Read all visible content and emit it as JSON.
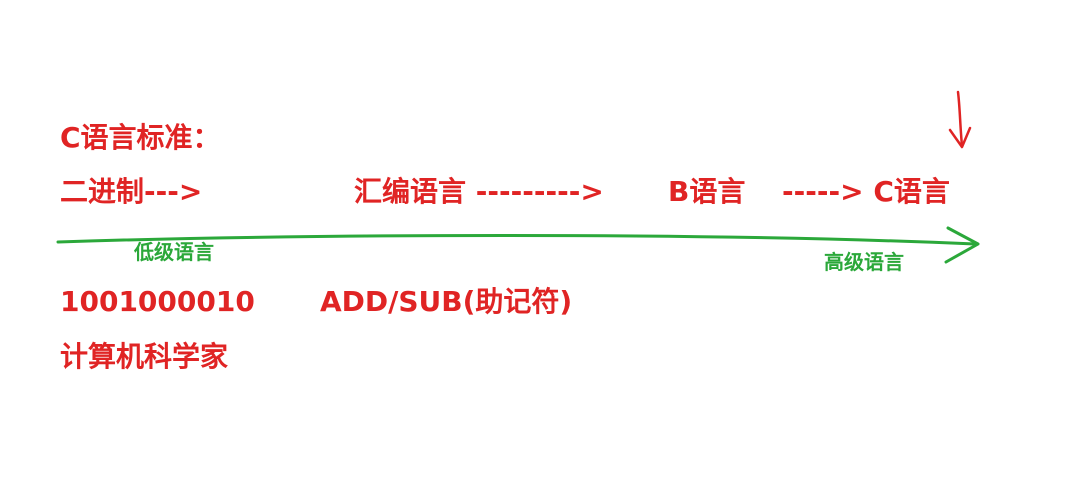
{
  "colors": {
    "primary_text": "#e02424",
    "arrow": "#2ba83a",
    "marker": "#e02424"
  },
  "title": "C语言标准：",
  "evolution": {
    "binary": "二进制--->",
    "assembly": "汇编语言 --------->",
    "b_lang": "B语言",
    "arrow_to_c": "-----> C语言"
  },
  "scale": {
    "low_label": "低级语言",
    "high_label": "高级语言"
  },
  "examples": {
    "binary_code": "1001000010",
    "mnemonic": "ADD/SUB(助记符)"
  },
  "author_note": "计算机科学家"
}
